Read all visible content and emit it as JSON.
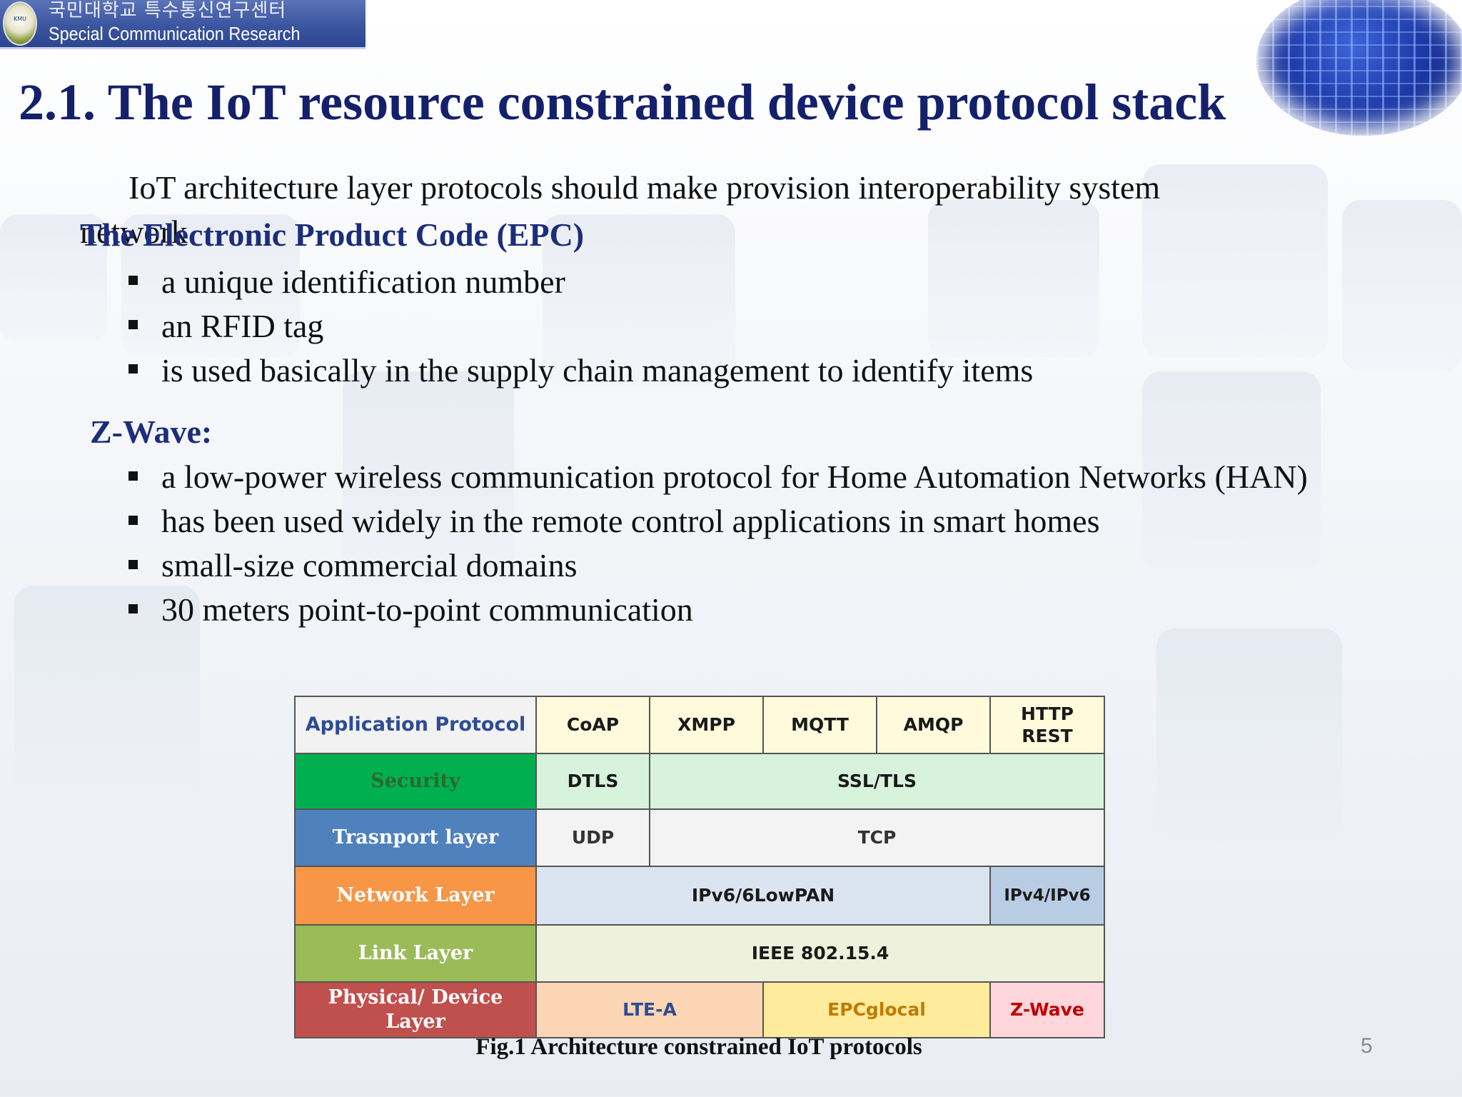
{
  "header": {
    "logo_korean": "국민대학교 특수통신연구센터",
    "logo_english": "Special Communication Research Center",
    "emblem_text": "KMU"
  },
  "slide": {
    "title": "2.1. The IoT resource constrained device protocol stack",
    "intro_line1": "IoT architecture layer protocols should make provision interoperability system",
    "intro_line2": "network",
    "epc": {
      "heading": "The Electronic Product Code (EPC)",
      "bullets": [
        "a unique identification number",
        "an RFID tag",
        "is used basically in the supply chain management to identify items"
      ]
    },
    "zwave": {
      "heading": "Z-Wave:",
      "bullets": [
        "a low-power wireless communication protocol for  Home Automation Networks (HAN)",
        "has been used widely in the remote control applications in smart homes",
        "small-size commercial domains",
        "30 meters point-to-point communication"
      ]
    }
  },
  "figure": {
    "layers": {
      "application": "Application Protocol",
      "security": "Security",
      "transport": "Trasnport layer",
      "network": "Network Layer",
      "link": "Link Layer",
      "physical": "Physical/ Device Layer"
    },
    "protocols": {
      "coap": "CoAP",
      "xmpp": "XMPP",
      "mqtt": "MQTT",
      "amqp": "AMQP",
      "http": "HTTP REST",
      "dtls": "DTLS",
      "ssl_tls": "SSL/TLS",
      "udp": "UDP",
      "tcp": "TCP",
      "ipv6_lowpan": "IPv6/6LowPAN",
      "ipv4_ipv6": "IPv4/IPv6",
      "ieee": "IEEE 802.15.4",
      "lte": "LTE-A",
      "epcglocal": "EPCglocal",
      "zwave": "Z-Wave"
    },
    "caption": "Fig.1 Architecture constrained IoT protocols"
  },
  "footer": {
    "page_number": "5"
  },
  "colors": {
    "title": "#15206a",
    "heading": "#1c2d7a",
    "security": "#00b050",
    "transport": "#4f81bd",
    "network": "#f79646",
    "link": "#9bbb59",
    "physical": "#c0504d"
  }
}
